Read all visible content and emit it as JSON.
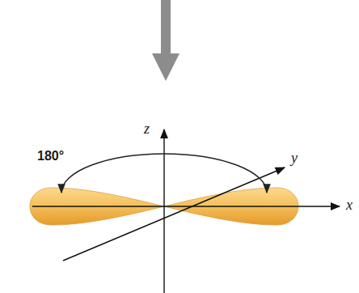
{
  "diagram": {
    "labels": [
      "180°",
      "z",
      "y",
      "x"
    ]
  }
}
